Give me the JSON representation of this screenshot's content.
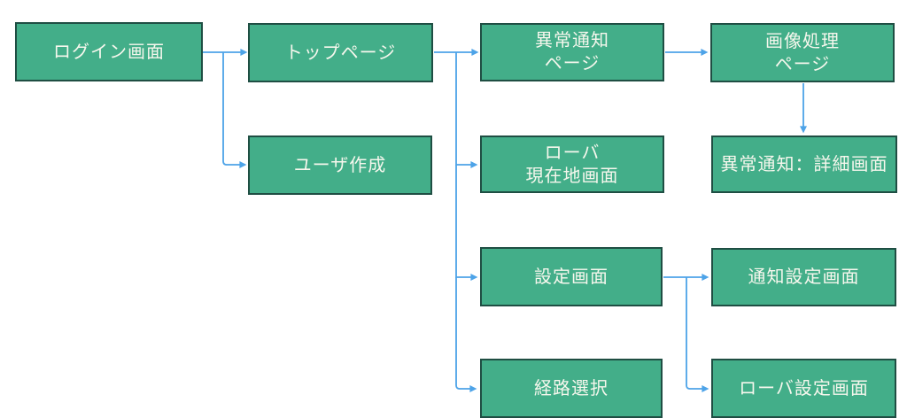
{
  "diagram": {
    "type": "screen-transition-flowchart",
    "colors": {
      "node_fill": "#43AE89",
      "node_border": "#1F4E43",
      "node_text": "#F6F7ED",
      "connector": "#4DA3E8",
      "background": "#FFFFFF"
    },
    "nodes": {
      "login": {
        "label": "ログイン画面"
      },
      "top": {
        "label": "トップページ"
      },
      "user_create": {
        "label": "ユーザ作成"
      },
      "anomaly_page": {
        "label": "異常通知\nページ"
      },
      "rover_location": {
        "label": "ローバ\n現在地画面"
      },
      "settings": {
        "label": "設定画面"
      },
      "route_select": {
        "label": "経路選択"
      },
      "image_processing": {
        "label": "画像処理\nページ"
      },
      "anomaly_detail": {
        "label": "異常通知：詳細画面"
      },
      "notification_settings": {
        "label": "通知設定画面"
      },
      "rover_settings": {
        "label": "ローバ設定画面"
      }
    },
    "edges": [
      {
        "from": "login",
        "to": "top"
      },
      {
        "from": "login",
        "to": "user_create"
      },
      {
        "from": "top",
        "to": "anomaly_page"
      },
      {
        "from": "top",
        "to": "rover_location"
      },
      {
        "from": "top",
        "to": "settings"
      },
      {
        "from": "top",
        "to": "route_select"
      },
      {
        "from": "anomaly_page",
        "to": "image_processing"
      },
      {
        "from": "image_processing",
        "to": "anomaly_detail"
      },
      {
        "from": "settings",
        "to": "notification_settings"
      },
      {
        "from": "settings",
        "to": "rover_settings"
      }
    ]
  }
}
